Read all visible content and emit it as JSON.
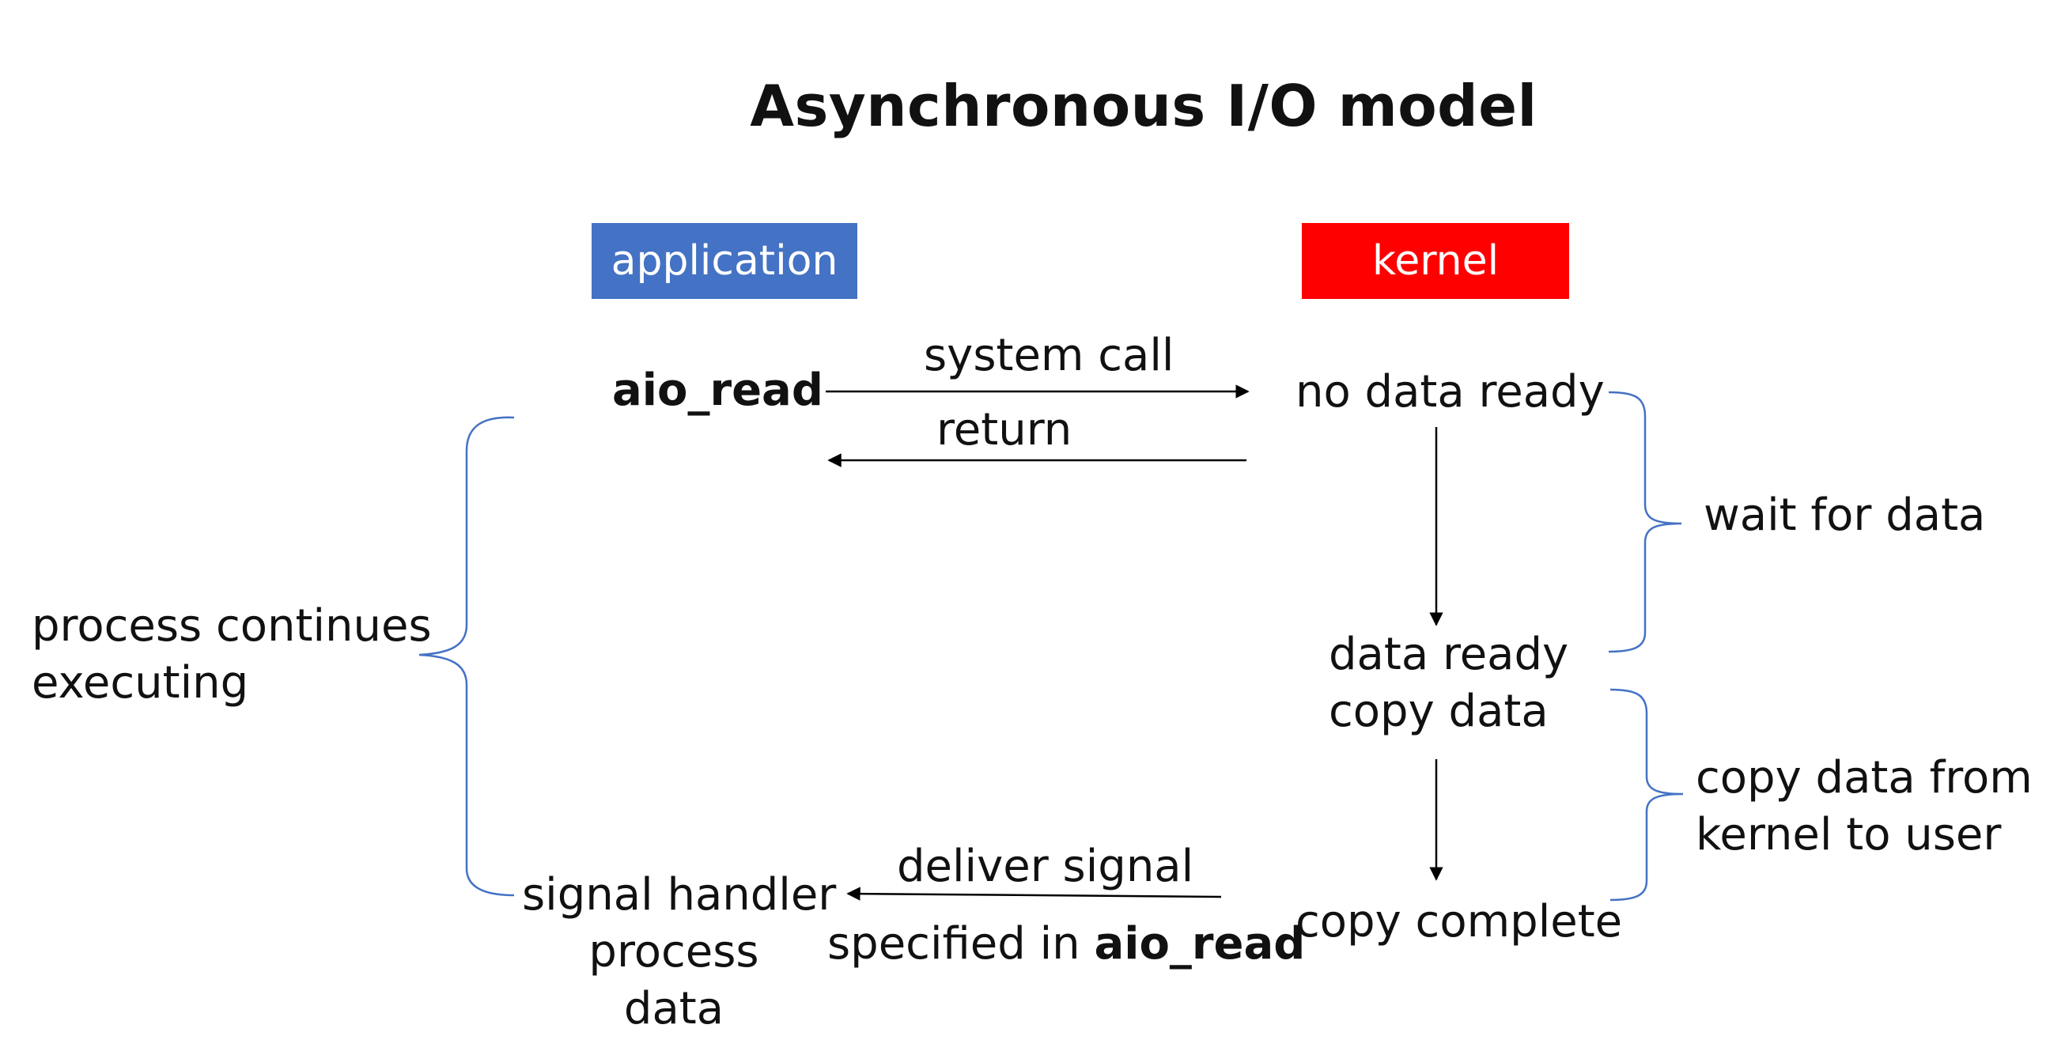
{
  "title": "Asynchronous I/O model",
  "columns": {
    "application": {
      "label": "application",
      "color": "#4472C4"
    },
    "kernel": {
      "label": "kernel",
      "color": "#FF0000"
    }
  },
  "application_steps": {
    "aio_read": "aio_read",
    "signal_handler": [
      "signal handler",
      "process",
      "data"
    ]
  },
  "kernel_steps": {
    "no_data_ready": "no data ready",
    "data_ready": [
      "data ready",
      "copy data"
    ],
    "copy_complete": "copy complete"
  },
  "messages": {
    "system_call": "system call",
    "return": "return",
    "deliver_signal": "deliver signal",
    "specified_in_prefix": "specified in ",
    "specified_in_bold": "aio_read"
  },
  "phases": {
    "wait_for_data": "wait for data",
    "copy_data": [
      "copy data from",
      "kernel to user"
    ],
    "process_continues": [
      "process continues",
      "executing"
    ]
  },
  "colors": {
    "brace": "#4472C4",
    "arrow": "#000000"
  }
}
